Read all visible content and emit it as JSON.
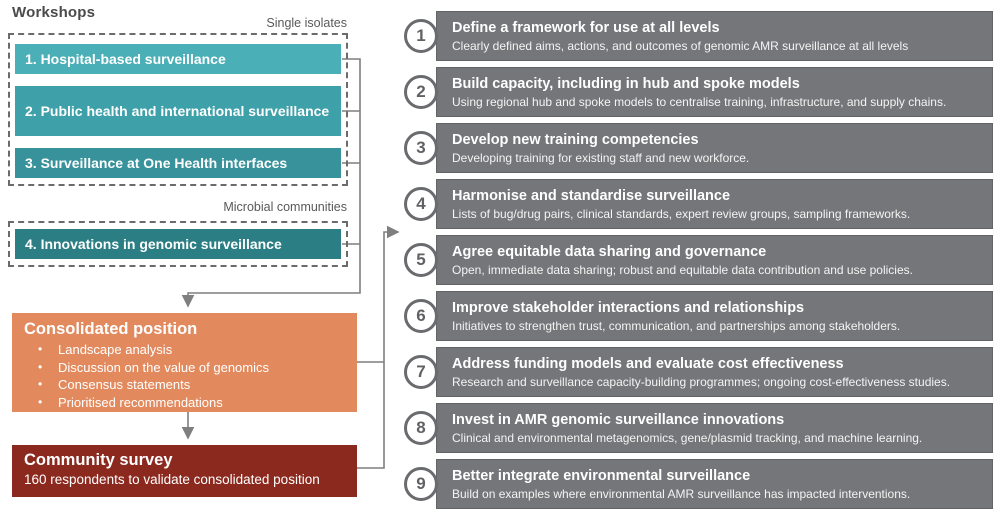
{
  "left": {
    "title": "Workshops",
    "group_single_isolates": {
      "label": "Single isolates",
      "boxes": [
        {
          "label": "1. Hospital-based surveillance",
          "color": "#4BAFB7"
        },
        {
          "label": "2. Public health and international surveillance",
          "color": "#3EA1AA"
        },
        {
          "label": "3. Surveillance at One Health interfaces",
          "color": "#38929B"
        }
      ]
    },
    "group_microbial_communities": {
      "label": "Microbial communities",
      "boxes": [
        {
          "label": "4. Innovations in genomic surveillance",
          "color": "#2B7E83"
        }
      ]
    },
    "consolidated_position": {
      "title": "Consolidated position",
      "bullets": [
        "Landscape analysis",
        "Discussion on the value of genomics",
        "Consensus statements",
        "Prioritised recommendations"
      ],
      "color": "#E28A5E"
    },
    "community_survey": {
      "title": "Community survey",
      "subtitle": "160 respondents to validate consolidated position",
      "color": "#8C291E"
    }
  },
  "recommendations": [
    {
      "number": "1",
      "title": "Define a framework for use at all levels",
      "desc": "Clearly defined aims, actions, and outcomes of genomic AMR surveillance at all levels"
    },
    {
      "number": "2",
      "title": "Build capacity, including in hub and spoke models",
      "desc": "Using regional hub and spoke models to centralise training, infrastructure, and supply chains."
    },
    {
      "number": "3",
      "title": "Develop new training competencies",
      "desc": "Developing training for existing staff and new workforce."
    },
    {
      "number": "4",
      "title": "Harmonise and standardise surveillance",
      "desc": "Lists of bug/drug pairs, clinical standards, expert review groups, sampling frameworks."
    },
    {
      "number": "5",
      "title": "Agree equitable data sharing and governance",
      "desc": "Open, immediate data sharing; robust and equitable data contribution and use policies."
    },
    {
      "number": "6",
      "title": "Improve stakeholder interactions and relationships",
      "desc": "Initiatives to strengthen trust, communication, and partnerships among stakeholders."
    },
    {
      "number": "7",
      "title": "Address funding models and evaluate cost effectiveness",
      "desc": "Research and surveillance capacity-building programmes; ongoing cost-effectiveness studies."
    },
    {
      "number": "8",
      "title": "Invest in AMR genomic surveillance innovations",
      "desc": "Clinical and environmental metagenomics, gene/plasmid tracking, and machine learning."
    },
    {
      "number": "9",
      "title": "Better integrate environmental surveillance",
      "desc": "Build on examples where environmental AMR surveillance has impacted interventions."
    }
  ],
  "colors": {
    "teal_1": "#4BAFB7",
    "teal_2": "#3EA1AA",
    "teal_3": "#38929B",
    "teal_4": "#2B7E83",
    "orange": "#E28A5E",
    "dark_red": "#8C291E",
    "gray_box": "#757679",
    "connector": "#7f7f7f"
  }
}
